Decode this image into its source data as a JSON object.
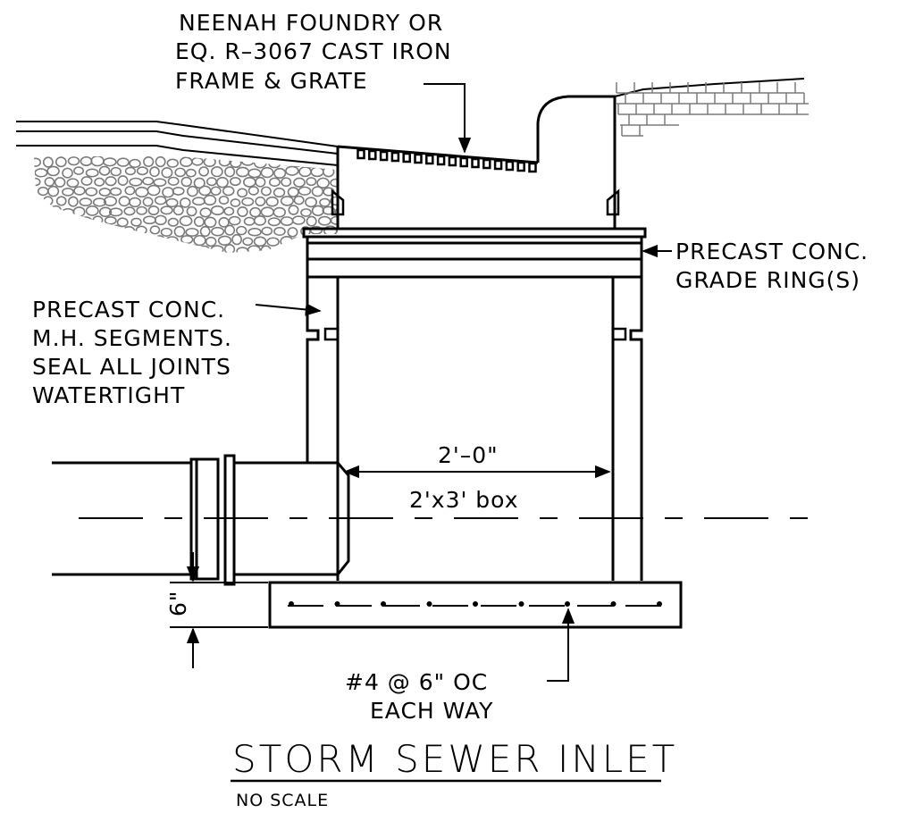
{
  "labels": {
    "frame_grate": [
      "NEENAH FOUNDRY OR",
      "EQ. R–3067 CAST IRON",
      "FRAME & GRATE"
    ],
    "grade_rings": [
      "PRECAST CONC.",
      "GRADE RING(S)"
    ],
    "mh_segments": [
      "PRECAST CONC.",
      "M.H. SEGMENTS.",
      "SEAL ALL JOINTS",
      "WATERTIGHT"
    ],
    "inner_dimension": "2'–0\"",
    "box_size": "2'x3' box",
    "base_thickness": "6\"",
    "rebar": [
      "#4 @ 6\" OC",
      "EACH WAY"
    ]
  },
  "title": "STORM SEWER INLET",
  "scale_note": "NO SCALE",
  "colors": {
    "line": "#000000",
    "hatch": "#8a8a8a",
    "background": "#ffffff"
  }
}
